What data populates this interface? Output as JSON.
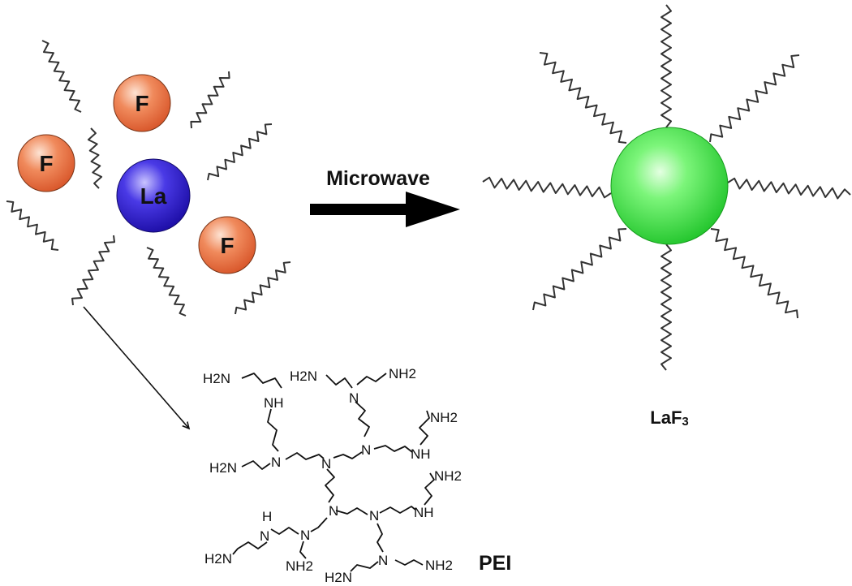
{
  "reactants": {
    "fluoride_label": "F",
    "lanthanum_label": "La"
  },
  "arrow": {
    "label": "Microwave"
  },
  "product": {
    "label_base": "LaF",
    "label_subscript": "3"
  },
  "polymer": {
    "name": "PEI",
    "atoms": {
      "primary_amine_left": "H2N",
      "primary_amine_right": "NH2",
      "secondary_amine": "NH",
      "hydrogen": "H",
      "tertiary_amine": "N"
    }
  },
  "colors": {
    "fluoride_fill": "#f08a5c",
    "lanthanum_fill": "#3a2ad8",
    "nanoparticle_fill": "#33d640",
    "ligand_stroke": "#333333"
  }
}
